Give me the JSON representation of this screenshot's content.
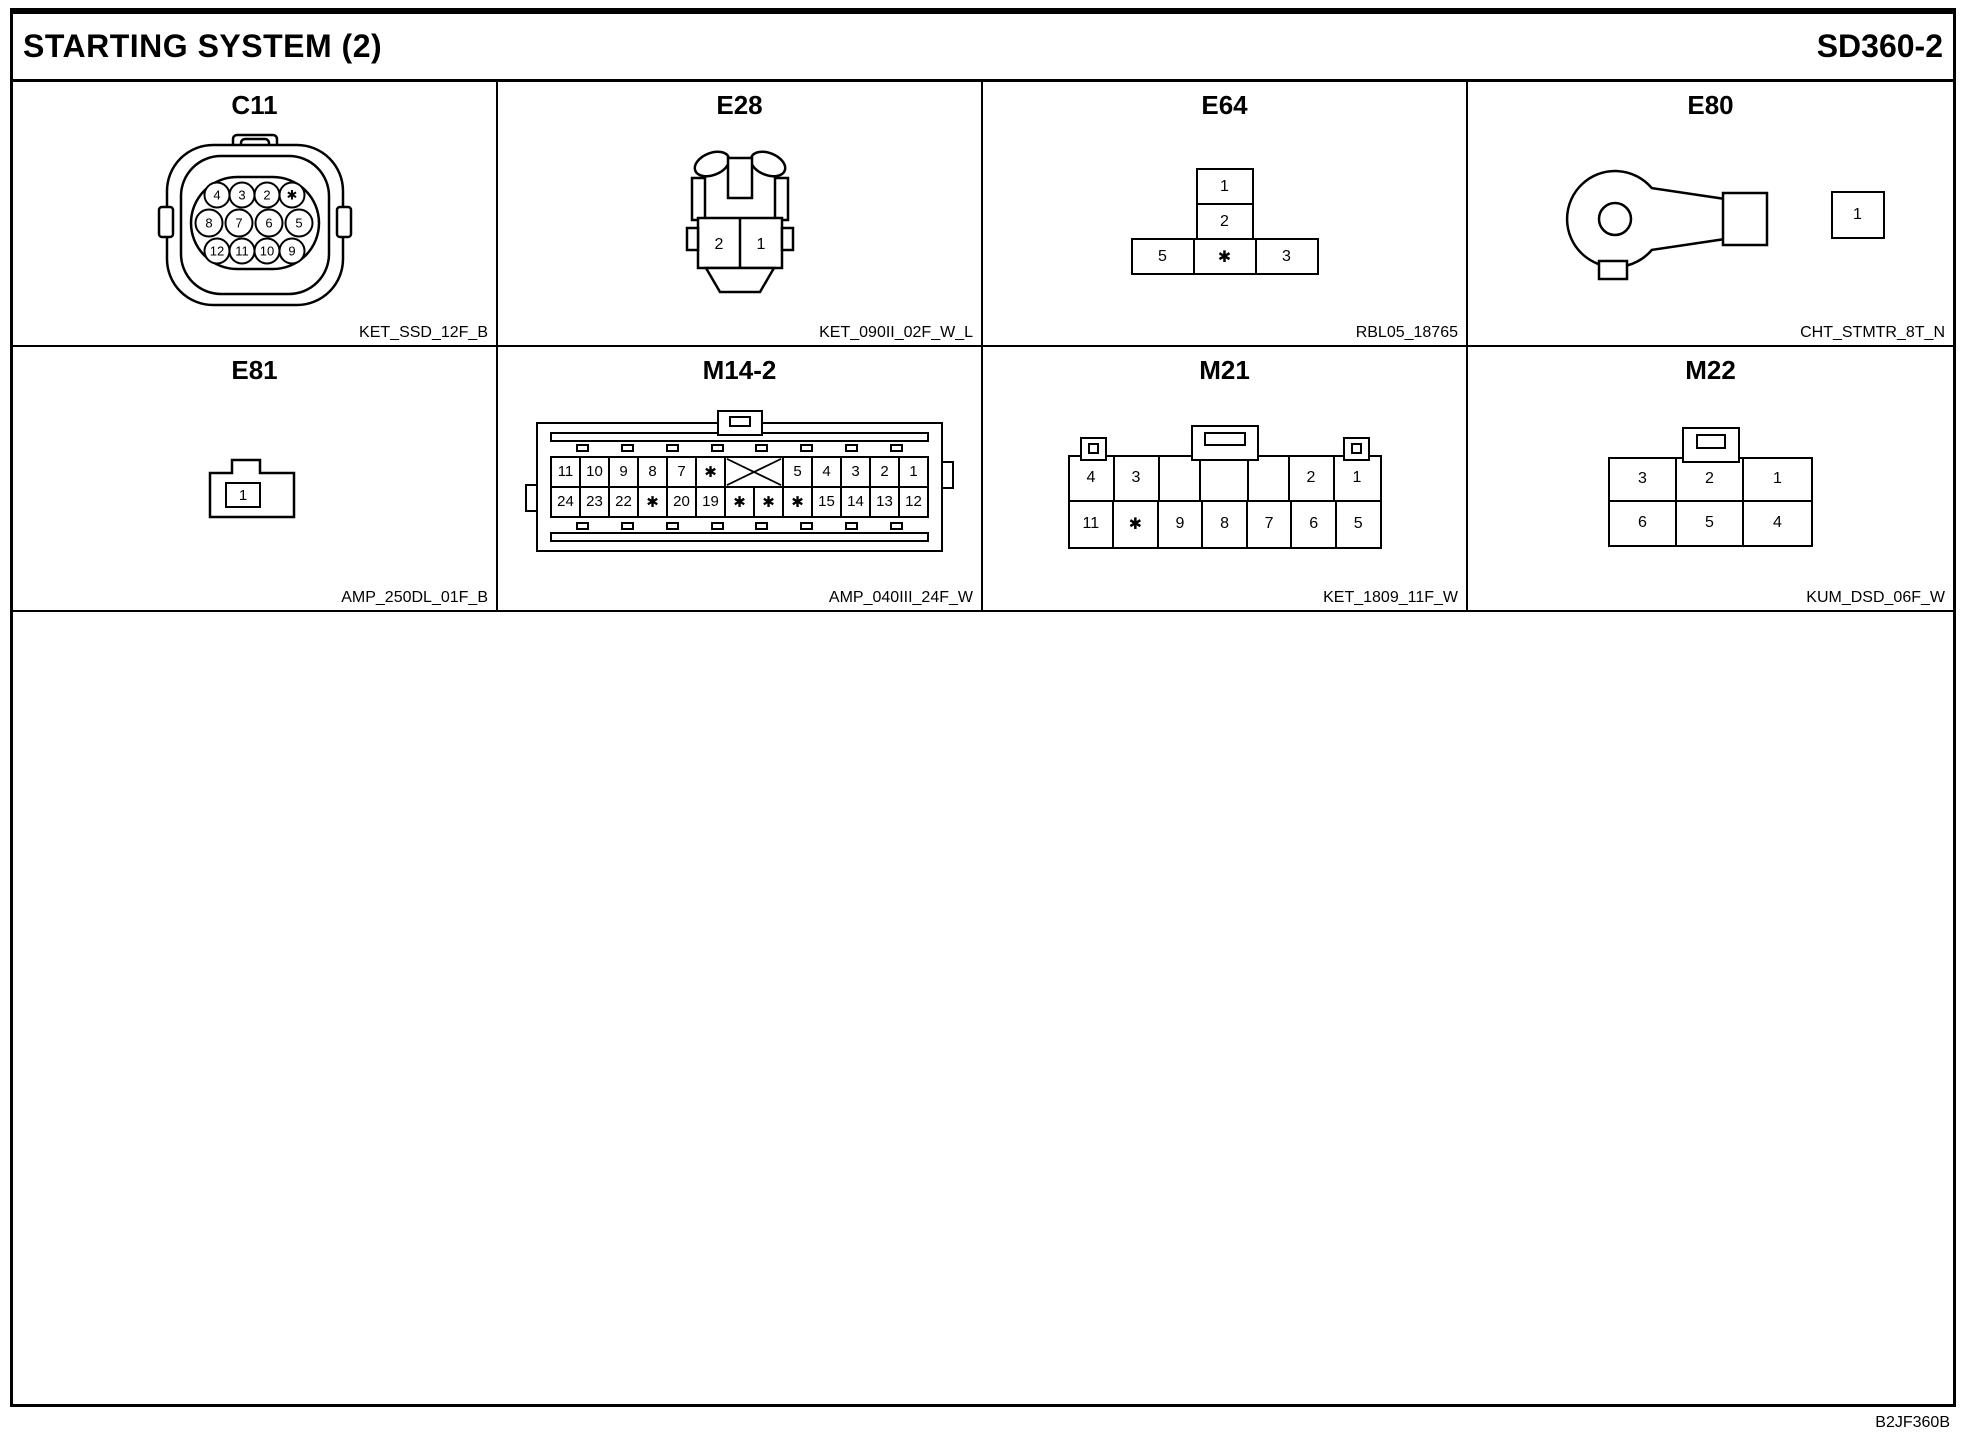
{
  "page": {
    "title": "STARTING SYSTEM (2)",
    "code": "SD360-2",
    "footer_code": "B2JF360B"
  },
  "connectors": {
    "c11": {
      "id": "C11",
      "part": "KET_SSD_12F_B",
      "row1": [
        "4",
        "3",
        "2",
        "✱"
      ],
      "row2": [
        "8",
        "7",
        "6",
        "5"
      ],
      "row3": [
        "12",
        "11",
        "10",
        "9"
      ]
    },
    "e28": {
      "id": "E28",
      "part": "KET_090II_02F_W_L",
      "pins": [
        "2",
        "1"
      ]
    },
    "e64": {
      "id": "E64",
      "part": "RBL05_18765",
      "col": [
        "1",
        "2"
      ],
      "row": [
        "5",
        "✱",
        "3"
      ]
    },
    "e80": {
      "id": "E80",
      "part": "CHT_STMTR_8T_N",
      "pin": "1"
    },
    "e81": {
      "id": "E81",
      "part": "AMP_250DL_01F_B",
      "pin": "1"
    },
    "m14_2": {
      "id": "M14-2",
      "part": "AMP_040III_24F_W",
      "row1_left": [
        "11",
        "10",
        "9",
        "8",
        "7",
        "✱"
      ],
      "row1_right": [
        "5",
        "4",
        "3",
        "2",
        "1"
      ],
      "row2": [
        "24",
        "23",
        "22",
        "✱",
        "20",
        "19",
        "✱",
        "✱",
        "✱",
        "15",
        "14",
        "13",
        "12"
      ]
    },
    "m21": {
      "id": "M21",
      "part": "KET_1809_11F_W",
      "row1_left": [
        "4",
        "3"
      ],
      "row1_right": [
        "2",
        "1"
      ],
      "row2": [
        "11",
        "✱",
        "9",
        "8",
        "7",
        "6",
        "5"
      ]
    },
    "m22": {
      "id": "M22",
      "part": "KUM_DSD_06F_W",
      "row1": [
        "3",
        "2",
        "1"
      ],
      "row2": [
        "6",
        "5",
        "4"
      ]
    }
  }
}
